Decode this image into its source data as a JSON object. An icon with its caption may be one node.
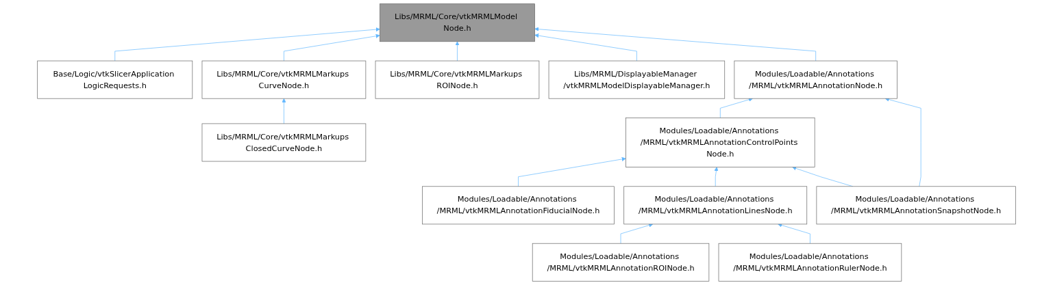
{
  "diagram": {
    "nodes": [
      {
        "text": [
          "Libs/MRML/Core/vtkMRMLModel Node.h"
        ]
      },
      {
        "text": [
          "Base/Logic/vtkSlicerApplication LogicRequests.h"
        ]
      },
      {
        "text": [
          "Libs/MRML/Core/vtkMRMLMarkups CurveNode.h"
        ]
      },
      {
        "text": [
          "Libs/MRML/Core/vtkMRMLMarkups ROINode.h"
        ]
      },
      {
        "text": [
          "Libs/MRML/DisplayableManager /vtkMRMLModelDisplayableManager.h"
        ]
      },
      {
        "text": [
          "Modules/Loadable/Annotations /MRML/vtkMRMLAnnotationNode.h"
        ]
      },
      {
        "text": [
          "Libs/MRML/Core/vtkMRMLMarkups ClosedCurveNode.h"
        ]
      },
      {
        "text": [
          "Modules/Loadable/Annotations /MRML/vtkMRMLAnnotationControlPoints Node.h"
        ]
      },
      {
        "text": [
          "Modules/Loadable/Annotations /MRML/vtkMRMLAnnotationFiducialNode.h"
        ]
      },
      {
        "text": [
          "Modules/Loadable/Annotations /MRML/vtkMRMLAnnotationLinesNode.h"
        ]
      },
      {
        "text": [
          "Modules/Loadable/Annotations /MRML/vtkMRMLAnnotationSnapshotNode.h"
        ]
      },
      {
        "text": [
          "Modules/Loadable/Annotations /MRML/vtkMRMLAnnotationROINode.h"
        ]
      },
      {
        "text": [
          "Modules/Loadable/Annotations /MRML/vtkMRMLAnnotationRulerNode.h"
        ]
      }
    ],
    "edges": [
      {
        "from": 1,
        "to": 0,
        "arrow": "to"
      },
      {
        "from": 2,
        "to": 0,
        "arrow": "to"
      },
      {
        "from": 3,
        "to": 0,
        "arrow": "to"
      },
      {
        "from": 4,
        "to": 0,
        "arrow": "to"
      },
      {
        "from": 5,
        "to": 0,
        "arrow": "to"
      },
      {
        "from": 6,
        "to": 2,
        "arrow": "to"
      },
      {
        "from": 7,
        "to": 5,
        "arrow": "to"
      },
      {
        "from": 10,
        "to": 5,
        "arrow": "to"
      },
      {
        "from": 8,
        "to": 7,
        "arrow": "to"
      },
      {
        "from": 9,
        "to": 7,
        "arrow": "to"
      },
      {
        "from": 10,
        "to": 7,
        "arrow": "to"
      },
      {
        "from": 11,
        "to": 9,
        "arrow": "to"
      },
      {
        "from": 12,
        "to": 9,
        "arrow": "to"
      }
    ]
  }
}
